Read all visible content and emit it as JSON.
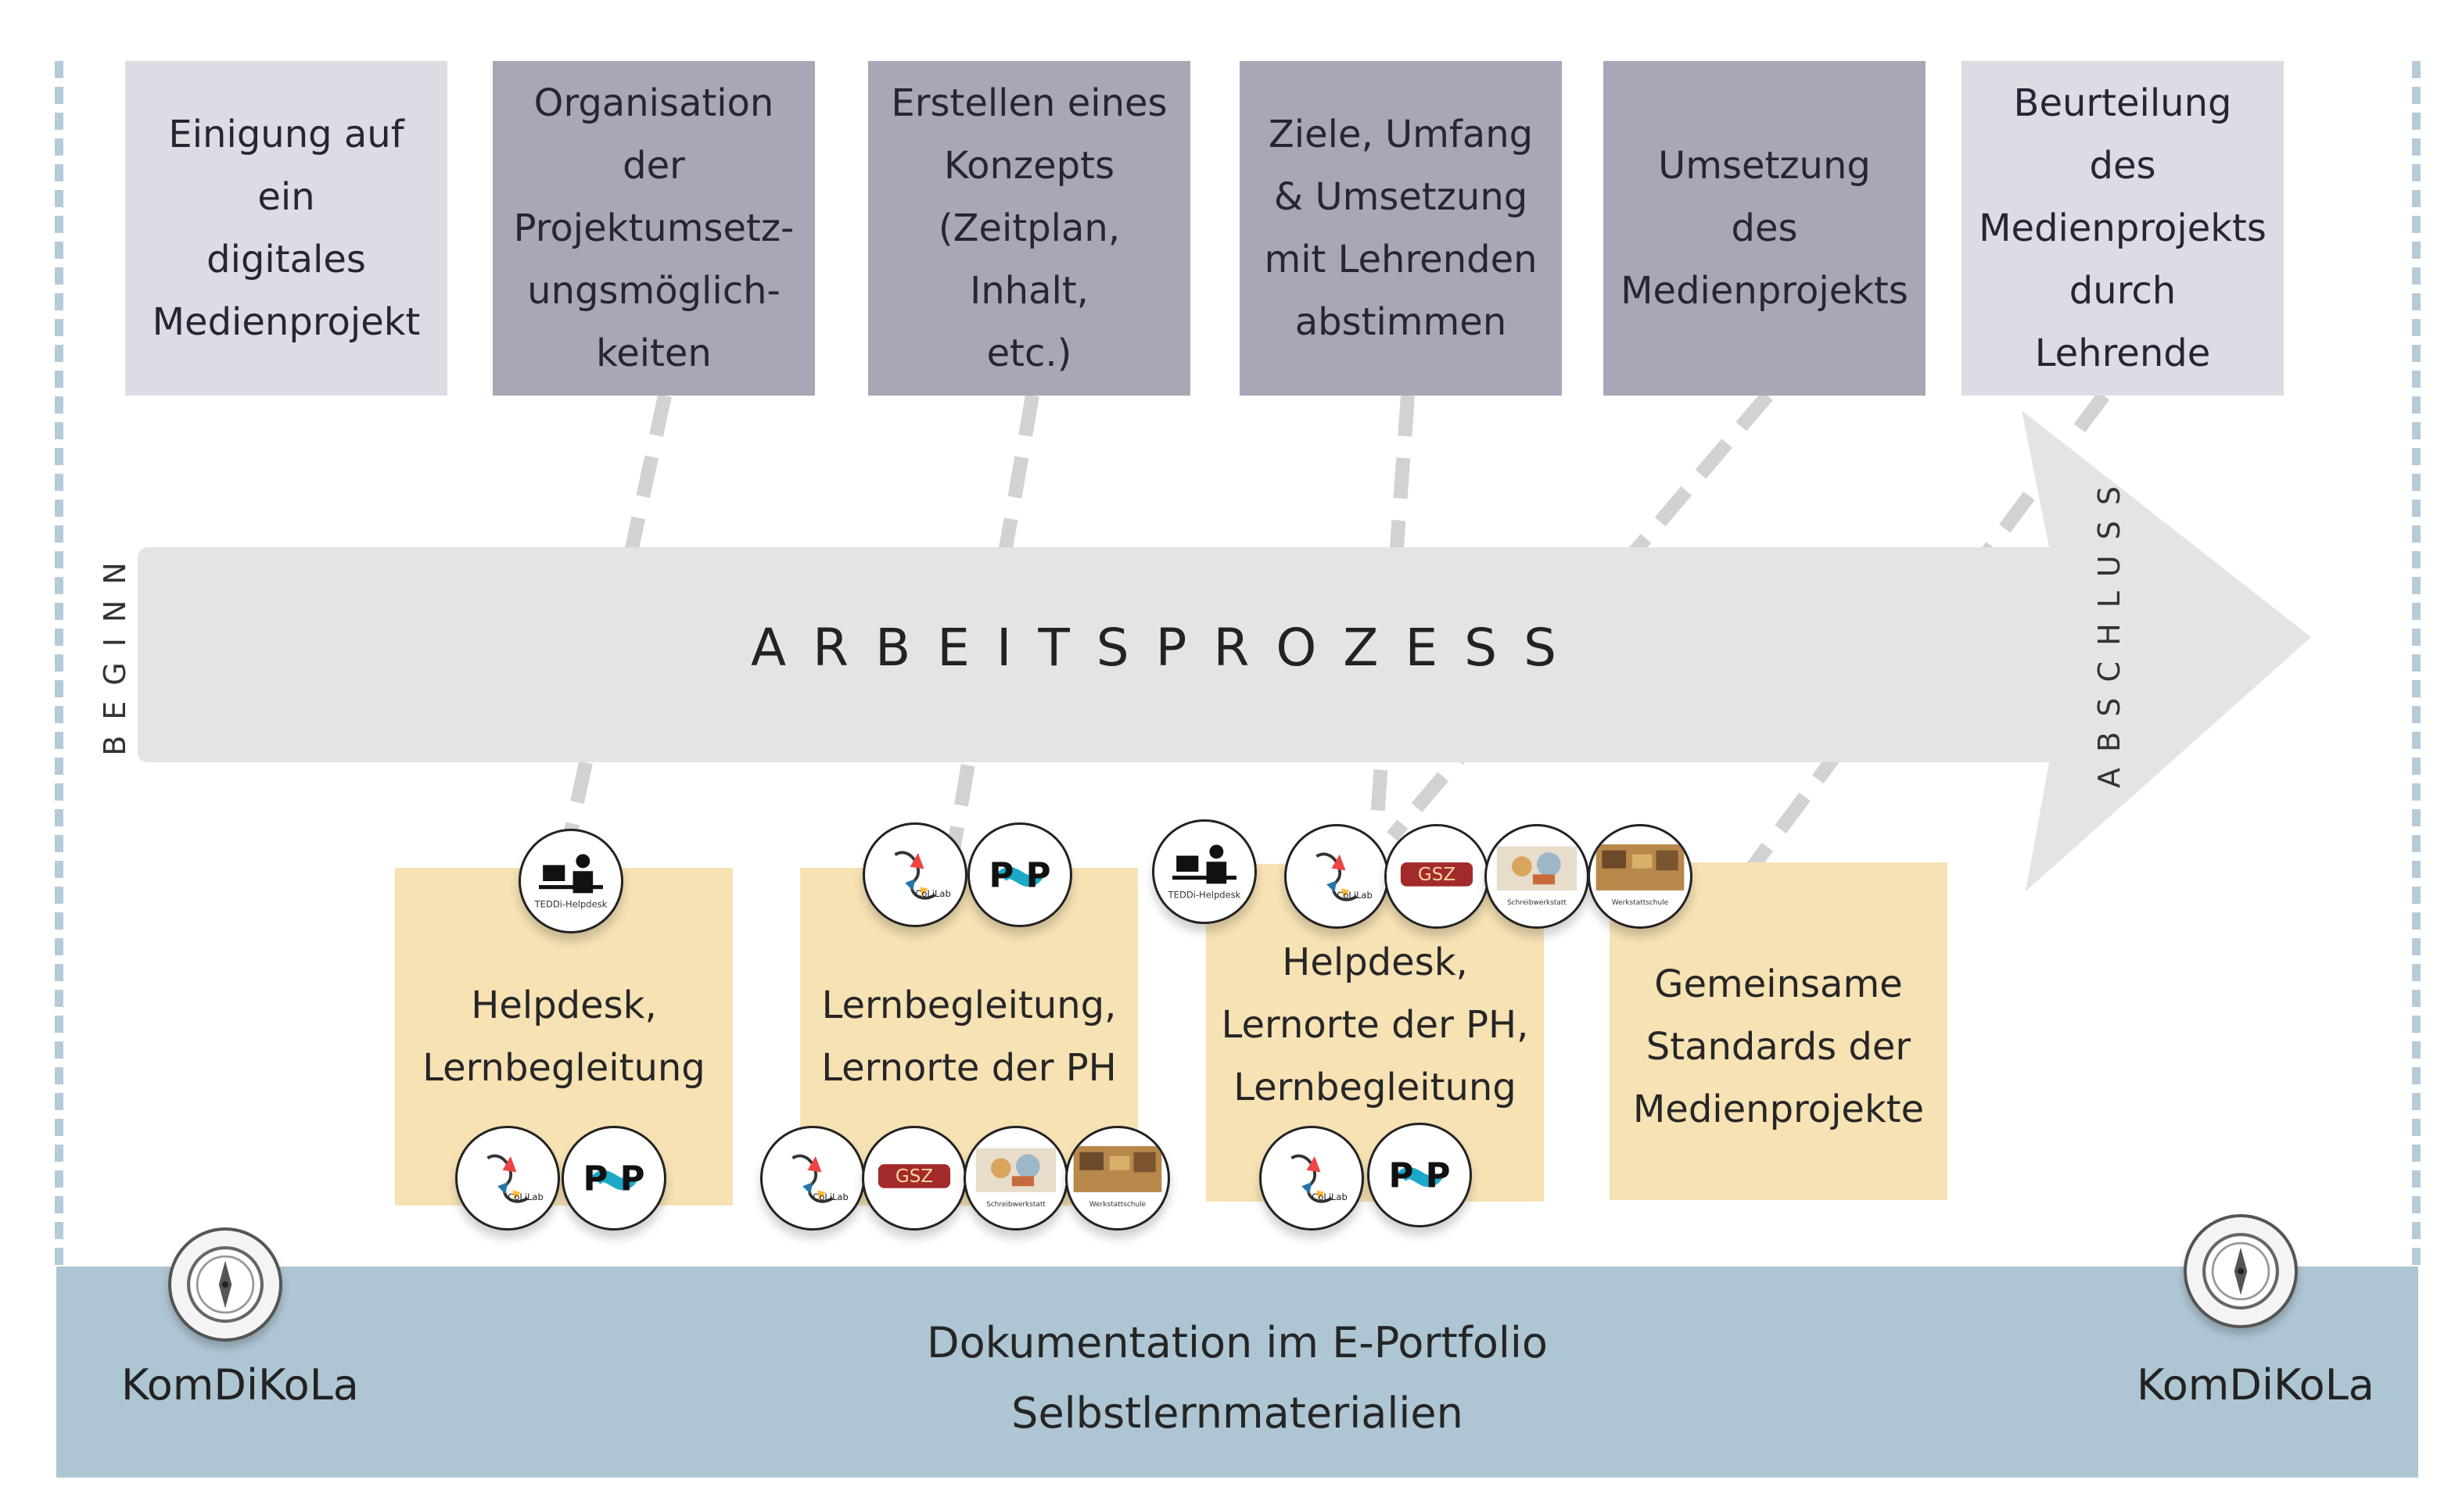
{
  "process_steps": [
    {
      "label": "Einigung auf ein\ndigitales\nMedienprojekt",
      "shade": "light"
    },
    {
      "label": "Organisation der\nProjektumsetz-\nungsmöglich-\nkeiten",
      "shade": "dark"
    },
    {
      "label": "Erstellen eines\nKonzepts\n(Zeitplan, Inhalt,\netc.)",
      "shade": "dark"
    },
    {
      "label": "Ziele, Umfang\n& Umsetzung\nmit Lehrenden\nabstimmen",
      "shade": "dark"
    },
    {
      "label": "Umsetzung des\nMedienprojekts",
      "shade": "dark"
    },
    {
      "label": "Beurteilung des\nMedienprojekts\ndurch Lehrende",
      "shade": "light"
    }
  ],
  "arrow": {
    "title": "ARBEITSPROZESS",
    "start_label": "BEGINN",
    "end_label": "ABSCHLUSS",
    "color": "#e4e4e4"
  },
  "support_boxes": [
    {
      "label": "Helpdesk,\nLernbegleitung"
    },
    {
      "label": "Lernbegleitung,\nLernorte der PH"
    },
    {
      "label": "Helpdesk,\nLernorte der PH,\nLernbegleitung"
    },
    {
      "label": "Gemeinsame\nStandards der\nMedienprojekte"
    }
  ],
  "logos": {
    "helpdesk": "TEDDi-Helpdesk",
    "colilab": "CoLiLab",
    "pop": "P P",
    "gsz": "GSZ",
    "schreibwerkstatt": "Schreibwerkstatt",
    "werkstatt": "Werkstattschule"
  },
  "bottom": {
    "line1": "Dokumentation im E-Portfolio",
    "line2": "Selbstlernmaterialien",
    "left_label": "KomDiKoLa",
    "right_label": "KomDiKoLa",
    "color": "#aec5d4"
  },
  "colors": {
    "step_light": "#dcdce4",
    "step_dark": "#a8a7b7",
    "support": "#f7e2b4",
    "connector": "#d2d2d2",
    "side_dash": "#b6cbd9"
  }
}
